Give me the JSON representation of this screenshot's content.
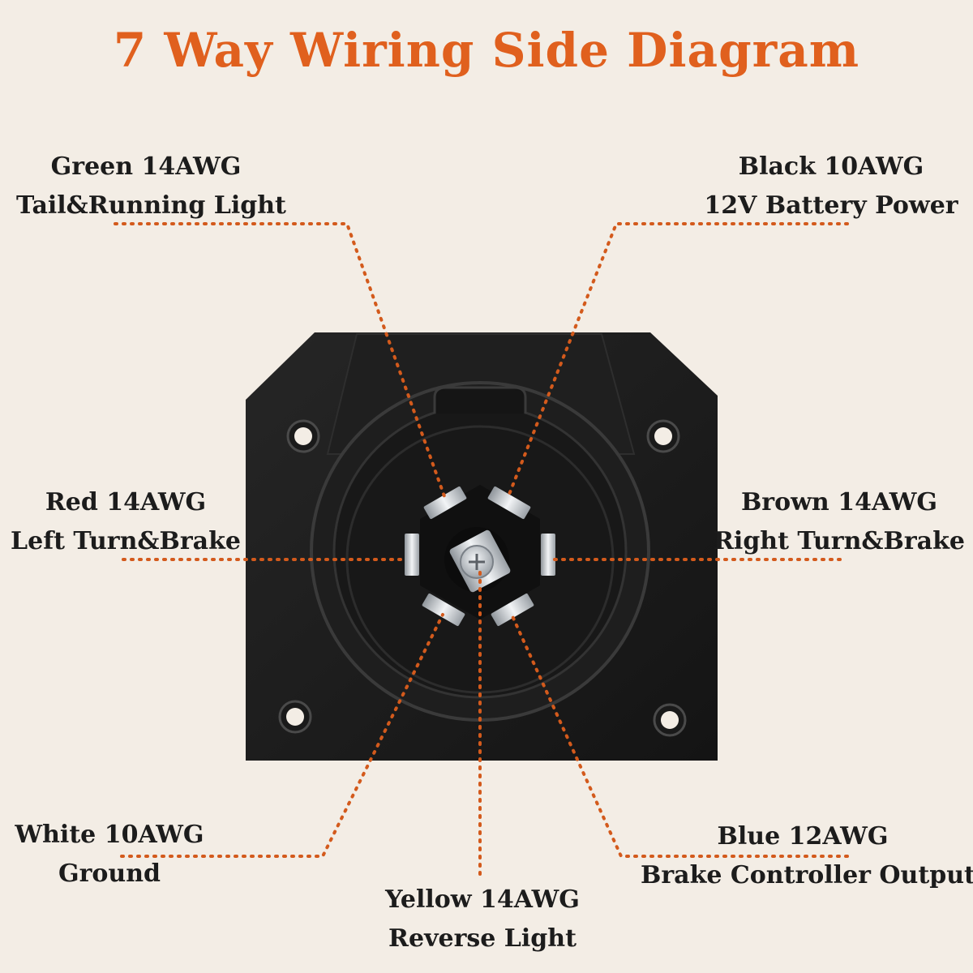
{
  "title": "7 Way Wiring Side Diagram",
  "colors": {
    "title": "#e0601e",
    "leader": "#d35a1c",
    "background": "#f3ede5",
    "plate": "#1b1b1b",
    "text": "#1c1c1c"
  },
  "wires": {
    "green": {
      "gauge": "Green 14AWG",
      "function": "Tail&Running Light"
    },
    "black": {
      "gauge": "Black 10AWG",
      "function": "12V Battery Power"
    },
    "red": {
      "gauge": "Red 14AWG",
      "function": "Left Turn&Brake"
    },
    "brown": {
      "gauge": "Brown 14AWG",
      "function": "Right Turn&Brake"
    },
    "white": {
      "gauge": "White 10AWG",
      "function": "Ground"
    },
    "yellow": {
      "gauge": "Yellow 14AWG",
      "function": "Reverse Light"
    },
    "blue": {
      "gauge": "Blue 12AWG",
      "function": "Brake Controller Output"
    }
  }
}
